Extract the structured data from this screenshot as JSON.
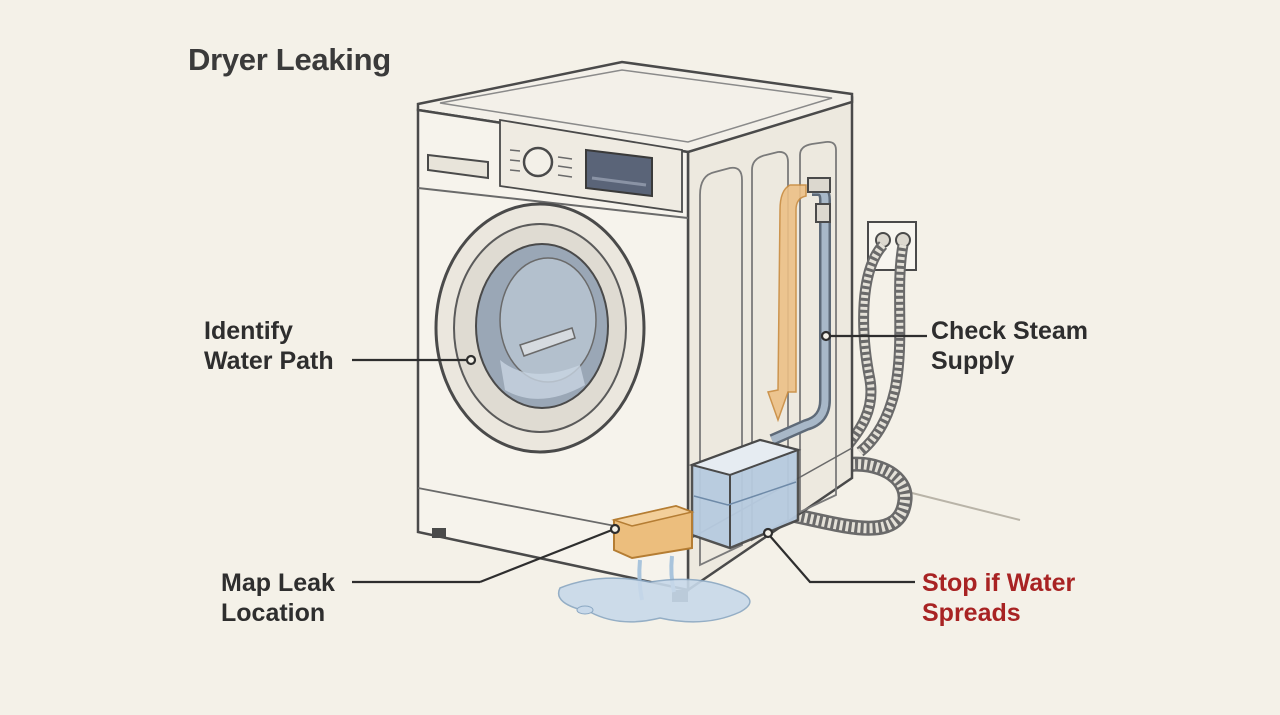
{
  "title": "Dryer Leaking",
  "callouts": {
    "water_path": "Identify\nWater Path",
    "leak_location": "Map Leak\nLocation",
    "steam_supply": "Check Steam\nSupply",
    "stop": "Stop if Water\nSpreads"
  },
  "colors": {
    "background": "#f4f1e8",
    "outline": "#4a4a4a",
    "water_path": "#e8b56c",
    "water": "#a9c4dc",
    "warning_text": "#a82323"
  }
}
